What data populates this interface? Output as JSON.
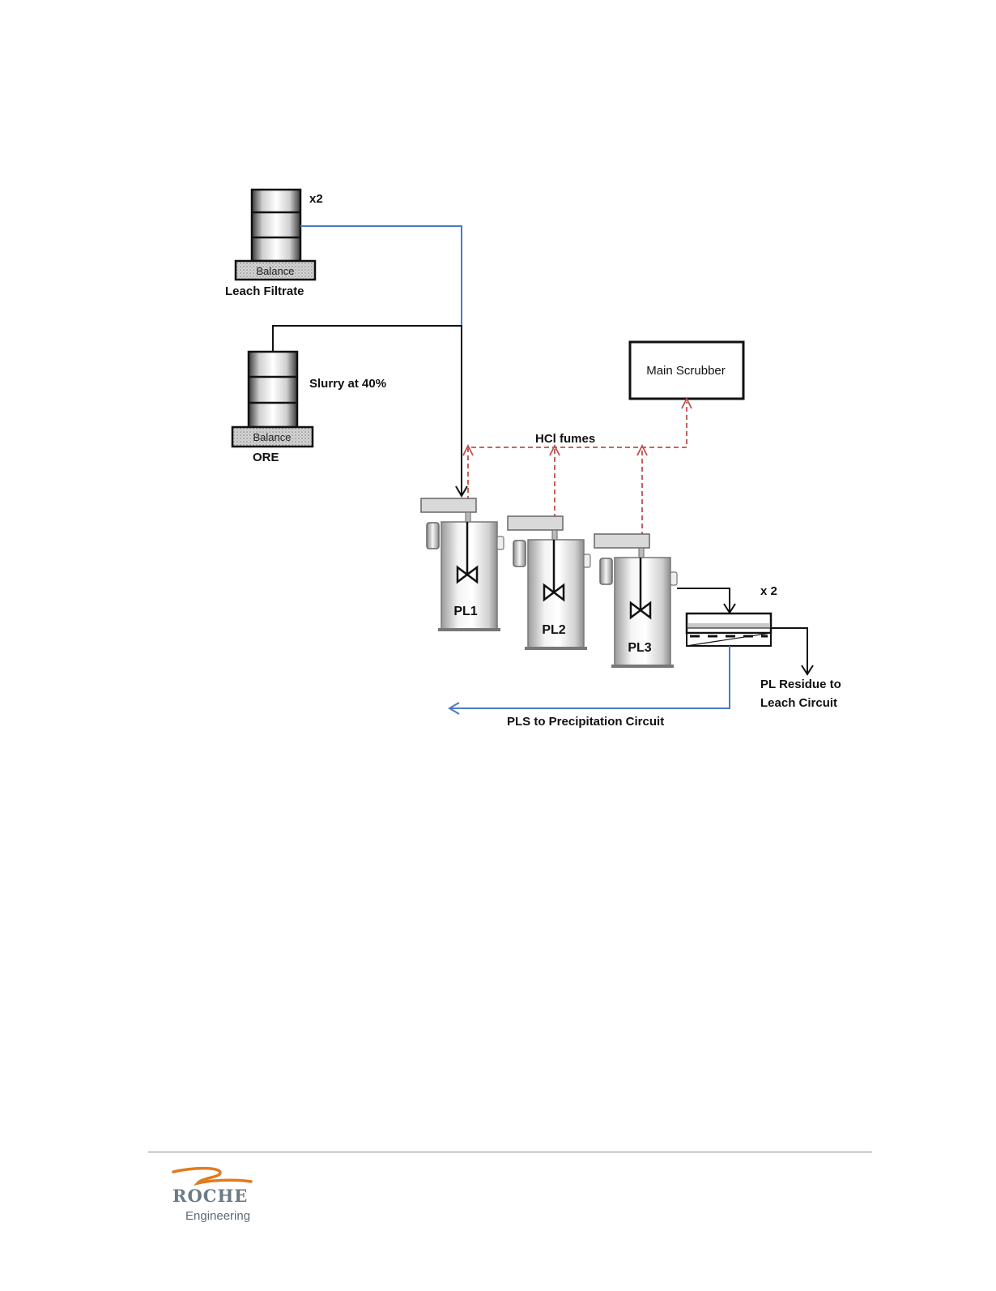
{
  "diagram": {
    "labels": {
      "leach_filtrate_count": "x2",
      "leach_filtrate": "Leach Filtrate",
      "balance_1": "Balance",
      "slurry": "Slurry at 40%",
      "balance_2": "Balance",
      "ore": "ORE",
      "main_scrubber": "Main Scrubber",
      "hcl_fumes": "HCl fumes",
      "tank_1": "PL1",
      "tank_2": "PL2",
      "tank_3": "PL3",
      "filter_count": "x 2",
      "residue_line1": "PL Residue to",
      "residue_line2": "Leach Circuit",
      "pls_out": "PLS to Precipitation Circuit"
    },
    "colors": {
      "liquor_line": "#4a7cc0",
      "slurry_line": "#111111",
      "fume_line": "#c0504d",
      "tank_light": "#f2f2f2",
      "tank_dark": "#8c8c8c"
    }
  },
  "footer": {
    "logo_word": "ROCHE",
    "logo_sub": "Engineering",
    "logo_color": "#e07b1f"
  }
}
